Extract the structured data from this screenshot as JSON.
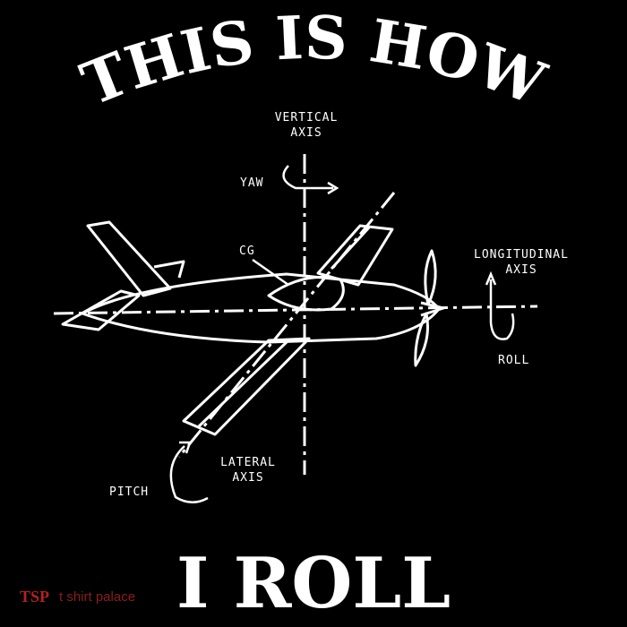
{
  "headline": {
    "top": "THIS IS HOW",
    "bottom": "I ROLL"
  },
  "labels": {
    "vertical_axis": [
      "VERTICAL",
      "AXIS"
    ],
    "yaw": "YAW",
    "cg": "CG",
    "longitudinal_axis": [
      "LONGITUDINAL",
      "AXIS"
    ],
    "roll": "ROLL",
    "lateral_axis": [
      "LATERAL",
      "AXIS"
    ],
    "pitch": "PITCH"
  },
  "watermark": {
    "logo": "TSP",
    "brand": "t shirt palace"
  },
  "colors": {
    "background": "#000000",
    "ink": "#ffffff",
    "watermark": "#b22222"
  }
}
